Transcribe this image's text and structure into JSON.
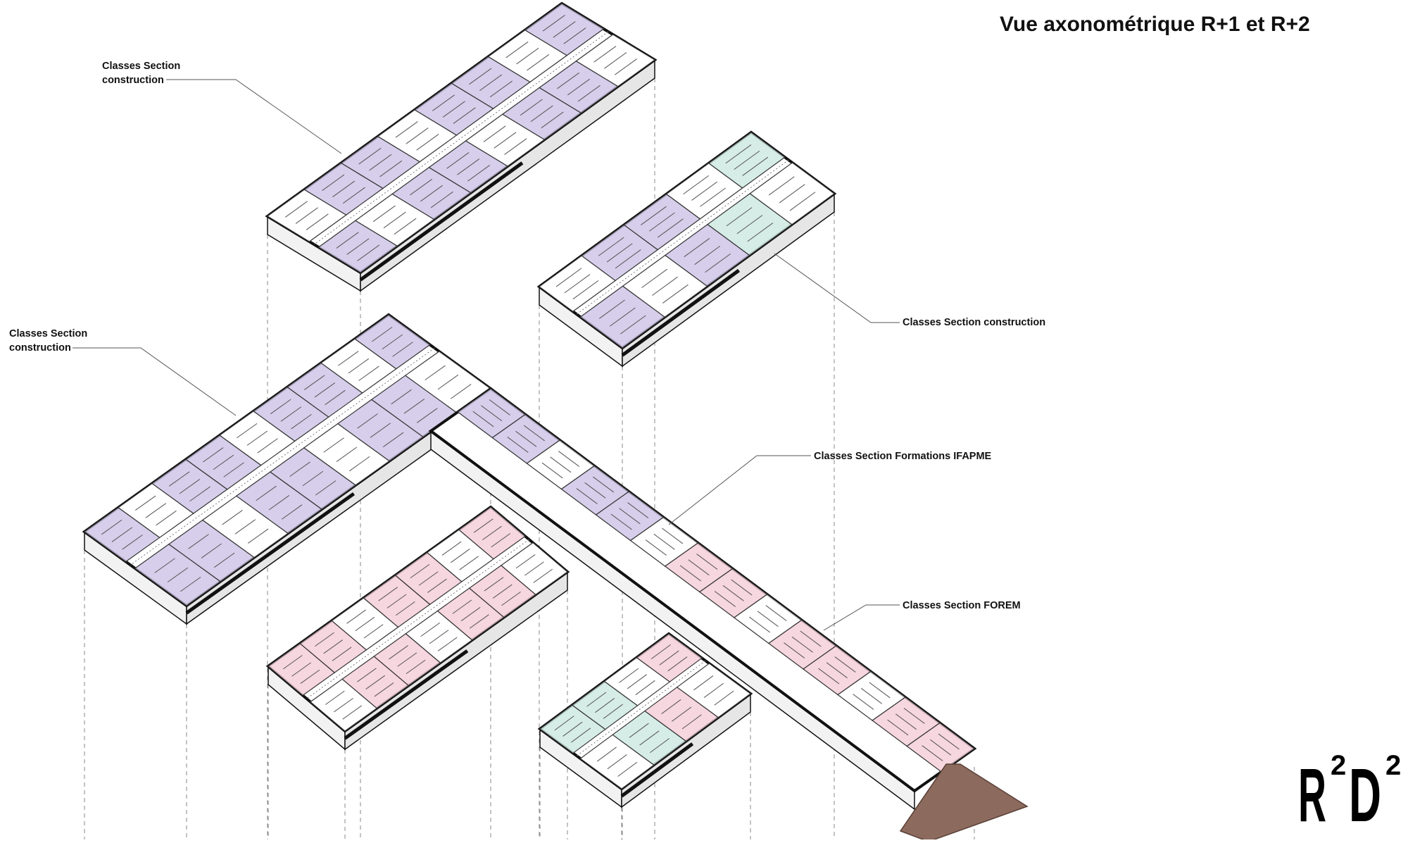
{
  "title": "Vue axonométrique R+1 et R+2",
  "labels": {
    "top_block": {
      "line1": "Classes Section",
      "line2": "construction"
    },
    "right_block": {
      "text": "Classes Section construction"
    },
    "left_block": {
      "line1": "Classes Section",
      "line2": "construction"
    },
    "ifapme": {
      "text": "Classes Section Formations IFAPME"
    },
    "forem": {
      "text": "Classes Section FOREM"
    }
  },
  "logo": {
    "r": "R",
    "d": "D",
    "sup": "2"
  },
  "colors": {
    "lavender": "#cfc6e6",
    "pink": "#f5cfd9",
    "mint": "#cfe9e2",
    "wall": "#111111",
    "facade": "#f2f2f2",
    "entrance": "#8c6a5e"
  }
}
